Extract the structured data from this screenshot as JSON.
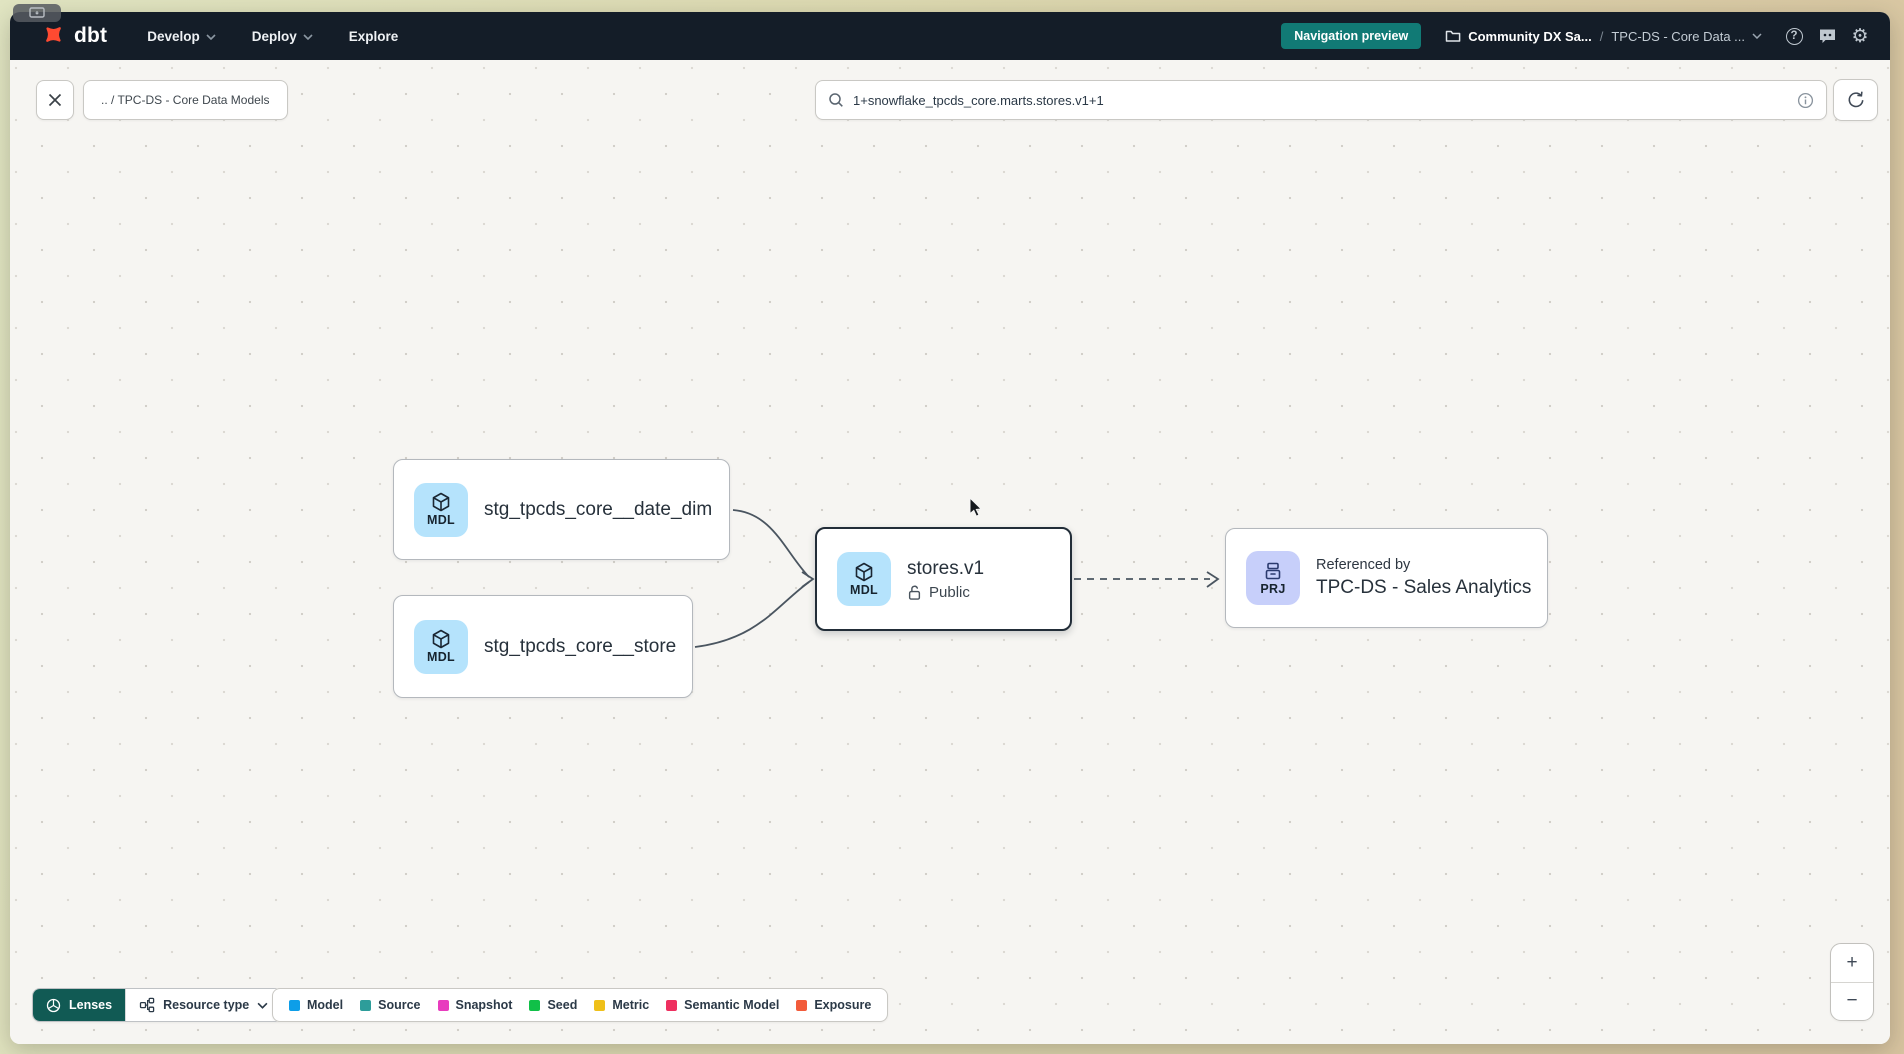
{
  "navbar": {
    "logo_text": "dbt",
    "menu": [
      {
        "label": "Develop"
      },
      {
        "label": "Deploy"
      },
      {
        "label": "Explore"
      }
    ],
    "preview_badge": "Navigation preview",
    "breadcrumb": {
      "account": "Community DX Sa...",
      "separator": "/",
      "project": "TPC-DS - Core Data ..."
    },
    "help_glyph": "?",
    "gear_glyph": "⚙"
  },
  "toolbar": {
    "breadcrumb_chip": ".. / TPC-DS - Core Data Models",
    "search_value": "1+snowflake_tpcds_core.marts.stores.v1+1"
  },
  "graph": {
    "nodes": {
      "date_dim": {
        "badge": "MDL",
        "label": "stg_tpcds_core__date_dim"
      },
      "store": {
        "badge": "MDL",
        "label": "stg_tpcds_core__store"
      },
      "stores_v1": {
        "badge": "MDL",
        "label": "stores.v1",
        "access": "Public",
        "selected": true
      },
      "sales_analytics": {
        "badge": "PRJ",
        "eyebrow": "Referenced by",
        "label": "TPC-DS - Sales Analytics"
      }
    }
  },
  "footer": {
    "lenses_label": "Lenses",
    "resource_type_label": "Resource type",
    "legend": [
      {
        "label": "Model",
        "color": "#0d9ee8"
      },
      {
        "label": "Source",
        "color": "#2d9d9a"
      },
      {
        "label": "Snapshot",
        "color": "#e83cbe"
      },
      {
        "label": "Seed",
        "color": "#10c048"
      },
      {
        "label": "Metric",
        "color": "#efc019"
      },
      {
        "label": "Semantic Model",
        "color": "#ee2f5f"
      },
      {
        "label": "Exposure",
        "color": "#f25b3a"
      }
    ]
  },
  "zoom_controls": {
    "zoom_in": "+",
    "zoom_out": "−"
  },
  "colors": {
    "navbar_bg": "#141d28",
    "accent_teal": "#117a75",
    "lenses_bg": "#115a54",
    "brand_orange": "#ff4a31",
    "model_icon_bg": "#b5e3fc",
    "project_icon_bg": "#c7cffa",
    "selected_border": "#222d38"
  }
}
